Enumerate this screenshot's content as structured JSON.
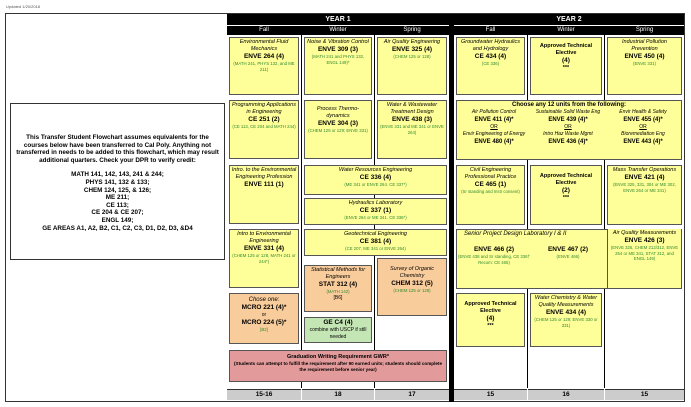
{
  "updated": "Updated 1/20/2018",
  "years": [
    "YEAR 1",
    "YEAR 2"
  ],
  "terms": [
    "Fall",
    "Winter",
    "Spring",
    "Fall",
    "Winter",
    "Spring"
  ],
  "left_note": {
    "intro": "This Transfer Student Flowchart assumes equivalents for the courses below have been transferred to Cal Poly. Anything not transferred in needs to be added to this flowchart, which may result additional quarters. Check your DPR to verify credit:",
    "lines": [
      "MATH 141, 142, 143, 241 & 244;",
      "PHYS 141, 132 & 133;",
      "CHEM 124, 125, & 126;",
      "ME 211;",
      "CE 113;",
      "CE 204 & CE 207;",
      "ENGL 149;",
      "GE AREAS A1, A2, B2, C1, C2, C3, D1, D2, D3, &D4"
    ]
  },
  "courses": {
    "envE264": {
      "title": "Environmental Fluid Mechanics",
      "code": "ENVE 264 (4)",
      "prereq": "(MATH 241, PHYS 132, and ME 211)"
    },
    "envE309": {
      "title": "Noise & Vibration Control",
      "code": "ENVE 309 (3)",
      "prereq": "(MATH 241 and PHYS 132, ENGL 149)*"
    },
    "envE325": {
      "title": "Air Quality Engineering",
      "code": "ENVE 325 (4)",
      "prereq": "(CHEM 125 or 128)"
    },
    "ce434": {
      "title": "Groundwater Hydraulics and Hydrology",
      "code": "CE 434 (4)",
      "prereq": "(CE 336)"
    },
    "techElec1": {
      "title": "Approved Technical Elective",
      "code": "(4)",
      "stars": "***"
    },
    "envE450": {
      "title": "Industrial Pollution Prevention",
      "code": "ENVE 450 (4)",
      "prereq": "(ENVE 331)"
    },
    "ce251": {
      "title": "Programming Applications in Engineering",
      "code": "CE 251 (2)",
      "prereq": "(CE 113, CE 204 and MATH 244)"
    },
    "envE304": {
      "title": "Process Thermo-dynamics",
      "code": "ENVE 304 (3)",
      "prereq": "(CHEM 125 or 129; ENVE 331)"
    },
    "envE438": {
      "title": "Water & Wastewater Treatment Design",
      "code": "ENVE 438 (3)",
      "prereq": "(ENVE 331 and ME 341 or ENVE 264)"
    },
    "envE111": {
      "title": "Intro. to the Environmental Engineering Profession",
      "code": "ENVE 111 (1)"
    },
    "ce336": {
      "title": "Water Resources Engineering",
      "code": "CE 336 (4)",
      "prereq": "(ME 341 or ENVE 264. CE 337*)"
    },
    "ce337": {
      "title": "Hydraulics Laboratory",
      "code": "CE 337 (1)",
      "prereq": "(ENVE 264 or ME 341. CE 336*)"
    },
    "ce381": {
      "title": "Geotechnical Engineering",
      "code": "CE 381 (4)",
      "prereq": "(CE 207, ME 341 or ENVE 264)"
    },
    "envE331": {
      "title": "Intro to Environmental Engineering",
      "code": "ENVE 331 (4)",
      "prereq": "(CHEM 125 or 128, MATH 241 or 244*)"
    },
    "stat312": {
      "title": "Statistical Methods for Engineers",
      "code": "STAT 312 (4)",
      "prereq": "(MATH 142)",
      "tag": "[B6]"
    },
    "chem312": {
      "title": "Survey of Organic Chemistry",
      "code": "CHEM 312 (5)",
      "prereq": "(CHEM 125 or 128)"
    },
    "mcro": {
      "title": "Chose one:",
      "code1": "MCRO 221 (4)*",
      "or": "or",
      "code2": "MCRO 224 (5)*",
      "tag": "[B2]"
    },
    "ge": {
      "code": "GE C4 (4)",
      "note": "combine with USCP if still needed"
    },
    "gwr": {
      "title": "Graduation Writing Requirement   GWR*",
      "note": "(Students can attempt to fulfill the requirement after 90 earned units; students should complete the requirement before senior year)"
    },
    "choose12": {
      "title": "Choose any 12 units from the following:"
    },
    "envE411": {
      "title": "Air Pollution Control",
      "code": "ENVE 411 (4)*",
      "or": "OR",
      "alt": "Envir Engineering of Energy",
      "alt_code": "ENVE 480 (4)*"
    },
    "envE439": {
      "title": "Sustainable Solid Waste Eng",
      "code": "ENVE 439 (4)*",
      "or": "OR",
      "alt": "Intro Haz Waste Mgmt",
      "alt_code": "ENVE 436 (4)*"
    },
    "envE455": {
      "title": "Envir Health & Safety",
      "code": "ENVE 455 (4)*",
      "or": "OR",
      "alt": "Bioremediation Eng",
      "alt_code": "ENVE 443 (4)*"
    },
    "ce465": {
      "title": "Civil Engineering Professional Practice",
      "code": "CE 465 (1)",
      "prereq": "(Sr standing and Instr consent)"
    },
    "techElec2": {
      "title": "Approved Technical Elective",
      "code": "(2)",
      "stars": "***"
    },
    "envE421": {
      "title": "Mass Transfer Operations",
      "code": "ENVE 421 (4)",
      "prereq": "(ENVE 325, 331, 304 or ME 302, ENVE 264 or ME 341)"
    },
    "senior": {
      "title": "Senior Project Design Laboratory I & II",
      "code1": "ENVE 466 (2)",
      "prereq1": "(ENVE 438 and Sr standing, CE 336† Recom: CE 465)",
      "code2": "ENVE 467 (2)",
      "prereq2": "(ENVE 466)"
    },
    "envE426": {
      "title": "Air Quality Measurements",
      "code": "ENVE 426 (3)",
      "prereq": "(ENVE 325, CHEM 212/312, ENVE 264 or ME 341, STAT 312, and ENGL 149)"
    },
    "techElec3": {
      "title": "Approved Technical Elective",
      "code": "(4)",
      "stars": "***"
    },
    "envE434": {
      "title": "Water Chemistry & Water Quality Measurements",
      "code": "ENVE 434 (4)",
      "prereq": "(CHEM 125 or 129; ENVE 330 or 331)"
    }
  },
  "units": [
    "15-16",
    "18",
    "17",
    "15",
    "16",
    "15"
  ],
  "colors": {
    "card": "#ffff99",
    "orange": "#f9cc9c",
    "green": "#c4e5b4",
    "red": "#e39a9a",
    "prereq": "#2f8a2f"
  }
}
